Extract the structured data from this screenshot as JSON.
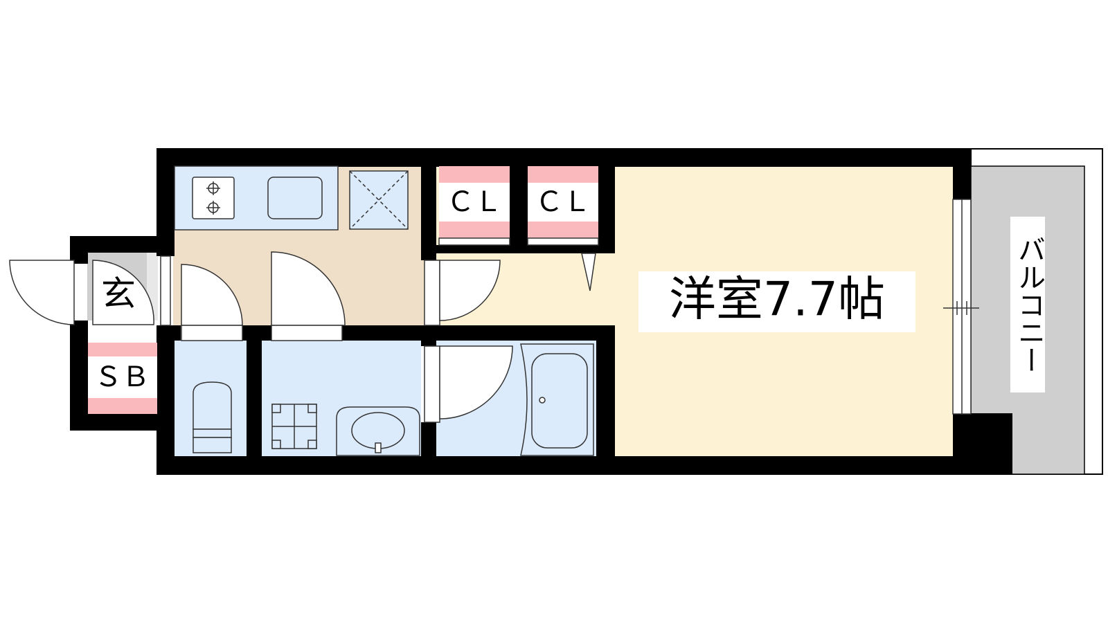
{
  "labels": {
    "genkan": "玄",
    "shoe_box": "ＳＢ",
    "closet_1": "ＣＬ",
    "closet_2": "ＣＬ",
    "western_room": "洋室7.7帖",
    "balcony": "バルコニー"
  },
  "colors": {
    "wall": "#000000",
    "kitchen_floor": "#f0dfc8",
    "living_floor": "#fdf2d4",
    "wet_area_floor": "#dcebfb",
    "genkan_floor": "#cfcfcf",
    "balcony_floor": "#cfcfcf",
    "storage_accent": "#f9b9bd",
    "fixture_fill": "#dcebfb",
    "fixture_stroke": "#333333"
  }
}
